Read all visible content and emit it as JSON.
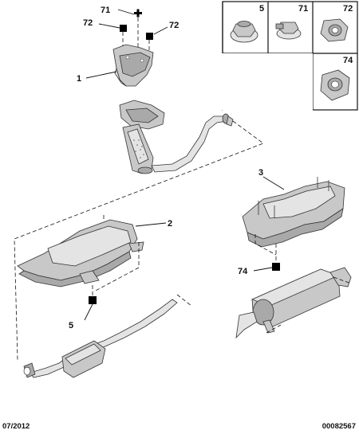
{
  "callouts": {
    "c71": "71",
    "c72a": "72",
    "c72b": "72",
    "c1": "1",
    "c2": "2",
    "c3": "3",
    "c74": "74",
    "c5": "5"
  },
  "fastener_panel": {
    "cell_5": "5",
    "cell_71": "71",
    "cell_72": "72",
    "cell_74": "74"
  },
  "footer": {
    "date": "07/2012",
    "reference": "00082567"
  },
  "colors": {
    "line": "#111111",
    "part_fill": "#c8c8c8",
    "marker": "#000000"
  }
}
